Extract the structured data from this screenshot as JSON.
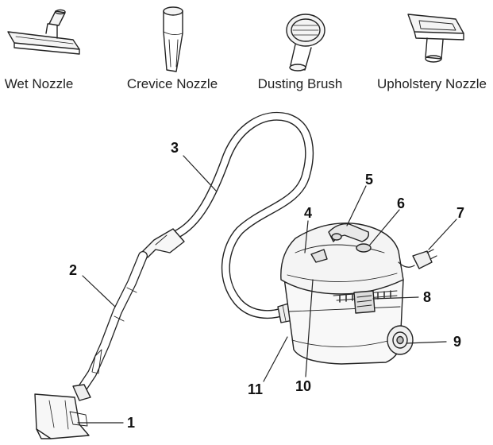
{
  "accessories": [
    {
      "label": "Wet Nozzle"
    },
    {
      "label": "Crevice Nozzle"
    },
    {
      "label": "Dusting Brush"
    },
    {
      "label": "Upholstery Nozzle"
    }
  ],
  "callouts": [
    "1",
    "2",
    "3",
    "4",
    "5",
    "6",
    "7",
    "8",
    "9",
    "10",
    "11"
  ]
}
